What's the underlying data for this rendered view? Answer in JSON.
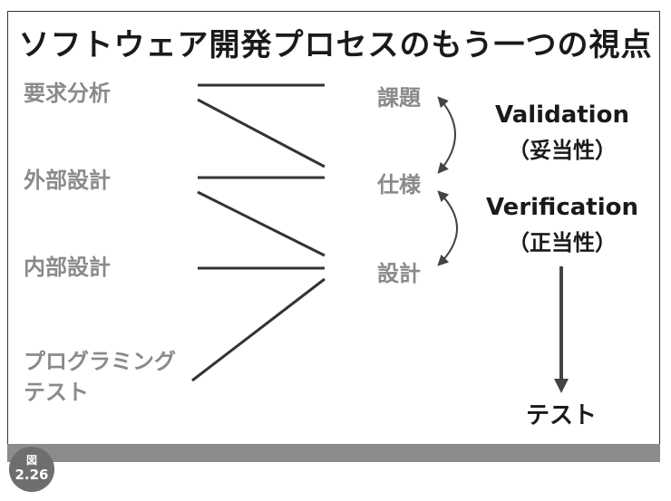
{
  "title": "ソフトウェア開発プロセスのもう一つの視点",
  "phases": [
    "要求分析",
    "外部設計",
    "内部設計",
    "プログラミング",
    "テスト"
  ],
  "targets": [
    "課題",
    "仕様",
    "設計"
  ],
  "validation": {
    "label": "Validation",
    "sub": "（妥当性）"
  },
  "verification": {
    "label": "Verification",
    "sub": "（正当性）"
  },
  "test_label": "テスト",
  "figure_badge": {
    "kanji": "図",
    "number": "2.26"
  }
}
